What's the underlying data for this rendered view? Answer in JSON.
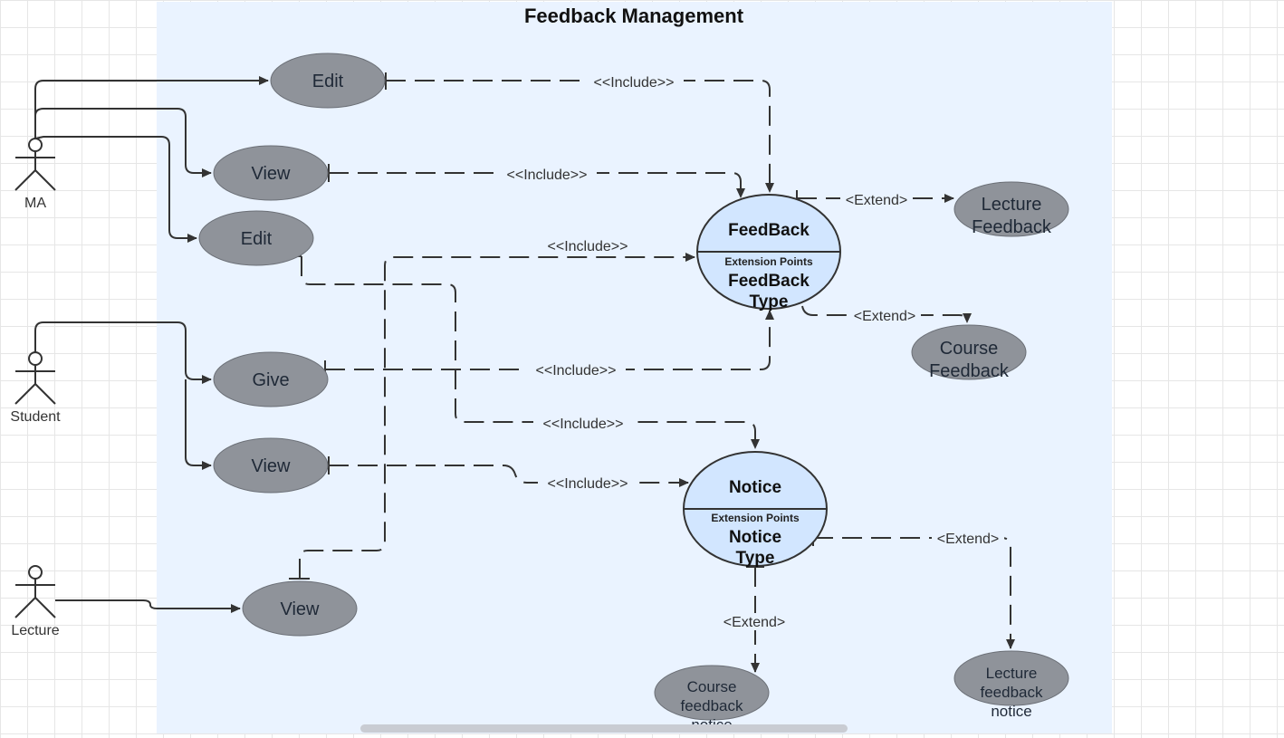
{
  "diagram": {
    "title": "Feedback Management",
    "actors": {
      "ma": "MA",
      "student": "Student",
      "lecture": "Lecture"
    },
    "use_cases": {
      "ma_edit_1": "Edit",
      "ma_view": "View",
      "ma_edit_2": "Edit",
      "student_give": "Give",
      "student_view": "View",
      "lecture_view": "View",
      "lecture_feedback": [
        "Lecture",
        "Feedback"
      ],
      "course_feedback": [
        "Course",
        "Feedback"
      ],
      "course_feedback_notice": [
        "Course",
        "feedback",
        "notice"
      ],
      "lecture_feedback_notice": [
        "Lecture",
        "feedback",
        "notice"
      ]
    },
    "feedback": {
      "title": "FeedBack",
      "extension_points": "Extension Points",
      "type_line1": "FeedBack",
      "type_line2": "Type"
    },
    "notice": {
      "title": "Notice",
      "extension_points": "Extension Points",
      "type_line1": "Notice",
      "type_line2": "Type"
    },
    "relations": {
      "include": "<<Include>>",
      "extend": "<Extend>"
    },
    "colors": {
      "boundary": "#eaf3ff",
      "use_case_fill": "#8f939a",
      "extension_fill": "#d2e6ff",
      "stroke": "#333333"
    }
  }
}
